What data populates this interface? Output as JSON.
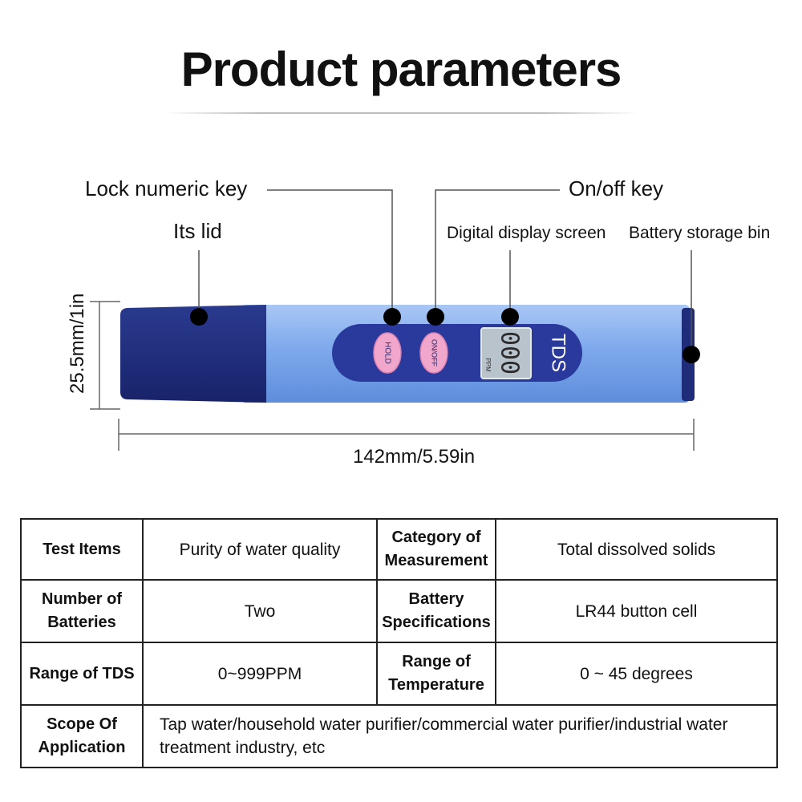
{
  "title": "Product parameters",
  "labels": {
    "lock_key": "Lock numeric key",
    "onoff_key": "On/off key",
    "lid": "Its lid",
    "display": "Digital display screen",
    "battery_bin": "Battery storage bin"
  },
  "device": {
    "hold_button": "HOLD",
    "onoff_button": "ON/OFF",
    "lcd_value": "000",
    "lcd_unit": "PPM",
    "brand": "TDS",
    "colors": {
      "lid": "#1e2c7a",
      "body": "#7ea9ec",
      "panel": "#2a3a9c",
      "button": "#f1a6cc",
      "lcd": "#b8c3cc"
    }
  },
  "dimensions": {
    "height": "25.5mm/1in",
    "length": "142mm/5.59in"
  },
  "specs": [
    [
      "Test Items",
      "Purity of water quality",
      "Category of Measurement",
      "Total dissolved solids"
    ],
    [
      "Number of Batteries",
      "Two",
      "Battery Specifications",
      "LR44 button cell"
    ],
    [
      "Range of TDS",
      "0~999PPM",
      "Range of Temperature",
      "0 ~ 45 degrees"
    ],
    [
      "Scope Of Application",
      "Tap water/household water purifier/commercial water purifier/industrial water treatment industry, etc"
    ]
  ]
}
